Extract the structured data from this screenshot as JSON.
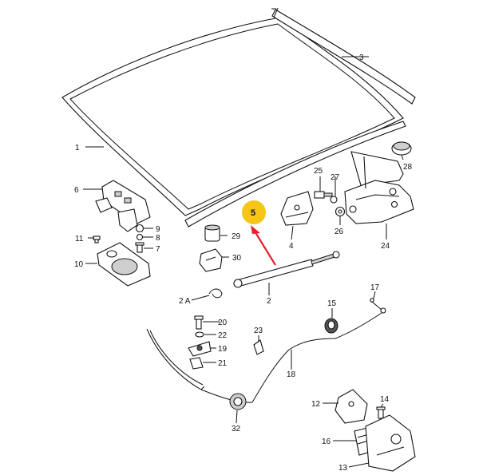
{
  "labels": {
    "p1": "1",
    "p2": "2",
    "p2a": "2 A",
    "p3": "3",
    "p4": "4",
    "p5": "5",
    "p6": "6",
    "p7": "7",
    "p8": "8",
    "p9": "9",
    "p10": "10",
    "p11": "11",
    "p12": "12",
    "p13": "13",
    "p14": "14",
    "p15": "15",
    "p16": "16",
    "p17": "17",
    "p18": "18",
    "p19": "19",
    "p20": "20",
    "p21": "21",
    "p22": "22",
    "p23": "23",
    "p24": "24",
    "p25": "25",
    "p26": "26",
    "p27": "27",
    "p28": "28",
    "p29": "29",
    "p30": "30",
    "p32": "32"
  },
  "highlight": {
    "part": "5",
    "marker_color": "#f5c518",
    "arrow_color": "#e8202a"
  }
}
